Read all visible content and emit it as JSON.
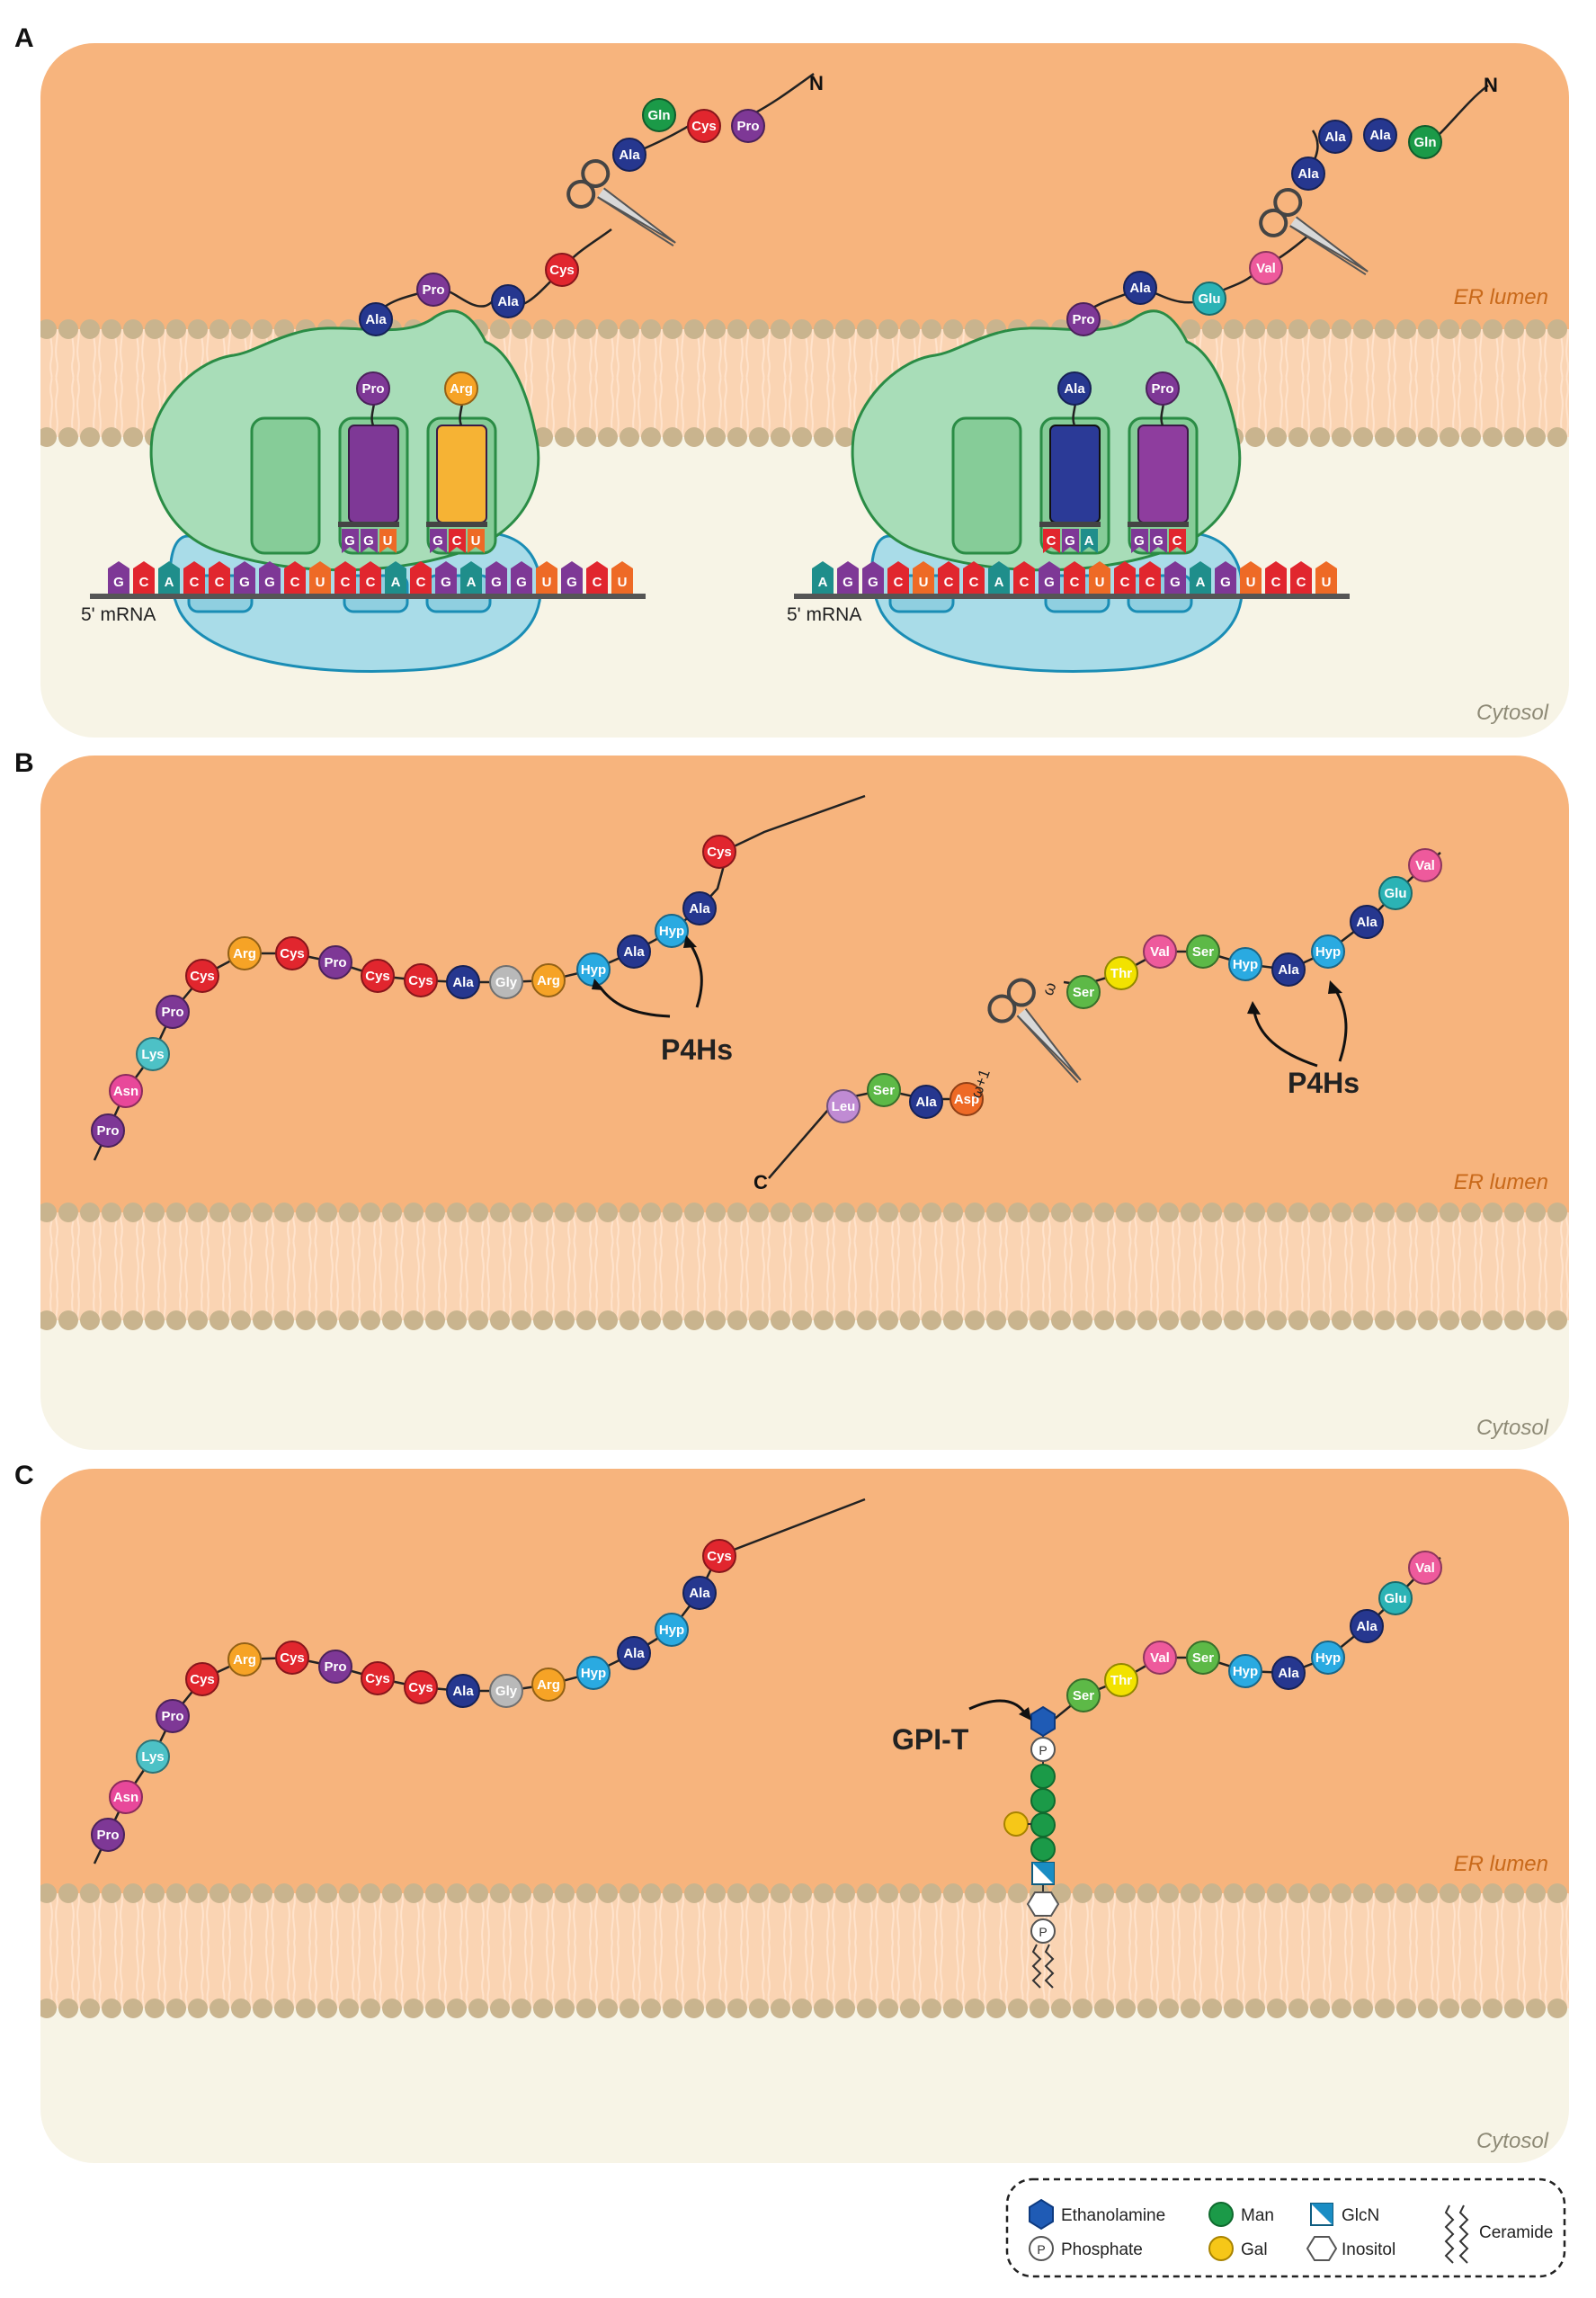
{
  "panels": [
    {
      "letter": "A",
      "lumen_label": "ER lumen",
      "cytosol_label": "Cytosol",
      "ribosomes": [
        {
          "mrna_label": "5' mRNA",
          "mrna": [
            "G",
            "C",
            "A",
            "C",
            "C",
            "G",
            "G",
            "C",
            "U",
            "C",
            "C",
            "A",
            "C",
            "G",
            "A",
            "G",
            "G",
            "U",
            "G",
            "C",
            "U"
          ],
          "codons": [
            [
              "G",
              "G",
              "U"
            ],
            [
              "G",
              "C",
              "U"
            ]
          ],
          "trna_residues": [
            "Pro",
            "Arg"
          ],
          "chain": [
            "Ala",
            "Pro",
            "Ala",
            "Cys",
            "Ala",
            "Gln",
            "Cys",
            "Pro"
          ],
          "n_term": "N"
        },
        {
          "mrna_label": "5' mRNA",
          "mrna": [
            "A",
            "G",
            "G",
            "C",
            "U",
            "C",
            "C",
            "A",
            "C",
            "G",
            "C",
            "U",
            "C",
            "C",
            "G",
            "A",
            "G",
            "U",
            "C",
            "C",
            "U"
          ],
          "codons": [
            [
              "C",
              "G",
              "A"
            ],
            [
              "G",
              "G",
              "C"
            ]
          ],
          "trna_residues": [
            "Ala",
            "Pro"
          ],
          "chain": [
            "Pro",
            "Ala",
            "Glu",
            "Val",
            "Ala",
            "Ala",
            "Ala",
            "Gln"
          ],
          "n_term": "N"
        }
      ]
    },
    {
      "letter": "B",
      "lumen_label": "ER lumen",
      "cytosol_label": "Cytosol",
      "chain_left": [
        "Pro",
        "Asn",
        "Lys",
        "Pro",
        "Cys",
        "Arg",
        "Cys",
        "Pro",
        "Cys",
        "Cys",
        "Ala",
        "Gly",
        "Arg",
        "Hyp",
        "Ala",
        "Hyp",
        "Ala",
        "Cys"
      ],
      "enzyme_left": "P4Hs",
      "chain_right": [
        "Ser",
        "Thr",
        "Val",
        "Ser",
        "Hyp",
        "Ala",
        "Hyp",
        "Ala",
        "Glu",
        "Val"
      ],
      "cleaved_fragment": [
        "Leu",
        "Ser",
        "Ala",
        "Asp"
      ],
      "c_term": "C",
      "omega_label": "ω",
      "omega_plus_label": "ω+1",
      "enzyme_right": "P4Hs"
    },
    {
      "letter": "C",
      "lumen_label": "ER lumen",
      "cytosol_label": "Cytosol",
      "chain_left": [
        "Pro",
        "Asn",
        "Lys",
        "Pro",
        "Cys",
        "Arg",
        "Cys",
        "Pro",
        "Cys",
        "Cys",
        "Ala",
        "Gly",
        "Arg",
        "Hyp",
        "Ala",
        "Hyp",
        "Ala",
        "Cys"
      ],
      "chain_right": [
        "Ser",
        "Thr",
        "Val",
        "Ser",
        "Hyp",
        "Ala",
        "Hyp",
        "Ala",
        "Glu",
        "Val"
      ],
      "enzyme": "GPI-T",
      "phosphate_symbol": "P"
    }
  ],
  "legend": {
    "items": [
      "Ethanolamine",
      "Phosphate",
      "Man",
      "Gal",
      "GlcN",
      "Inositol",
      "Ceramide"
    ],
    "phosphate_symbol": "P"
  },
  "colors": {
    "lumen": "#F7B47D",
    "cytosol": "#F7F4E6",
    "membrane_head": "#C9B48E",
    "ribosome_large": "#A8DDB8",
    "ribosome_small": "#A9DCE8",
    "amino_acids": {
      "Ala": "#26378F",
      "Pro": "#7E3896",
      "Cys": "#E1262E",
      "Gln": "#1B9A48",
      "Arg": "#F6A326",
      "Glu": "#2BB3B5",
      "Val": "#EE5A9C",
      "Hyp": "#2AAAE1",
      "Gly": "#B9B9B9",
      "Lys": "#4DC1C6",
      "Asn": "#E8489A",
      "Ser": "#5DB947",
      "Thr": "#F2E200",
      "Leu": "#C08BD3",
      "Asp": "#EE6A26"
    },
    "nucleotides": {
      "A": "#1F8E8B",
      "C": "#E1262E",
      "G": "#7E3896",
      "U": "#EE6A26"
    }
  }
}
